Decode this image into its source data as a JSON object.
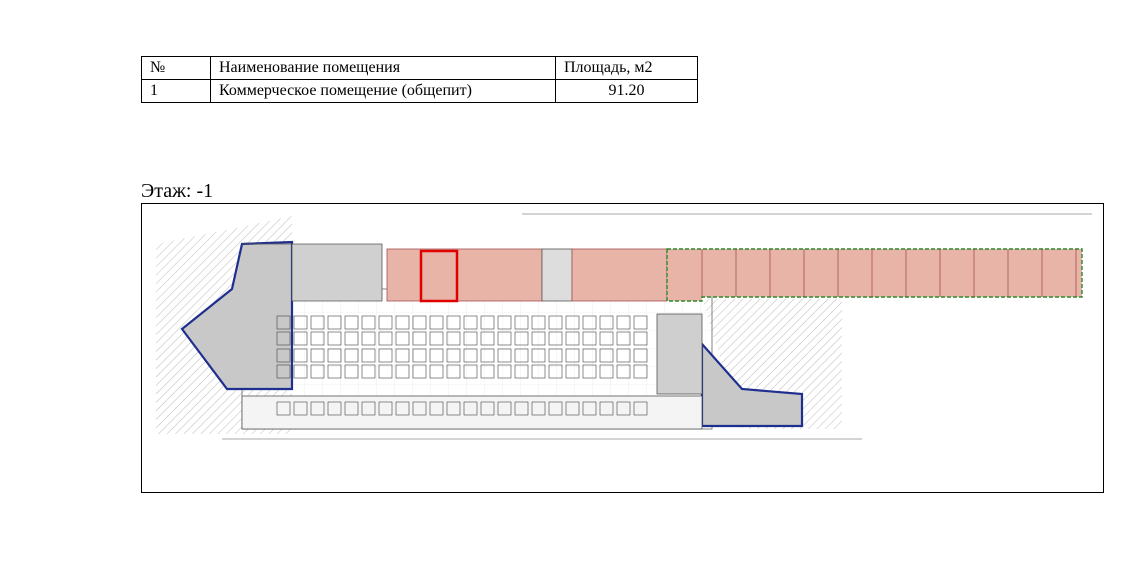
{
  "table": {
    "headers": [
      "№",
      "Наименование помещения",
      "Площадь, м2"
    ],
    "rows": [
      [
        "1",
        "Коммерческое помещение (общепит)",
        "91.20"
      ]
    ]
  },
  "floor": {
    "label": "Этаж: -1"
  },
  "colors": {
    "highlight_unit": "#e00000",
    "commercial_fill": "#e8b4a8",
    "service_fill": "#c8c8c8",
    "outline_blue": "#1f2f8f",
    "outline_green": "#2a8a2a"
  }
}
